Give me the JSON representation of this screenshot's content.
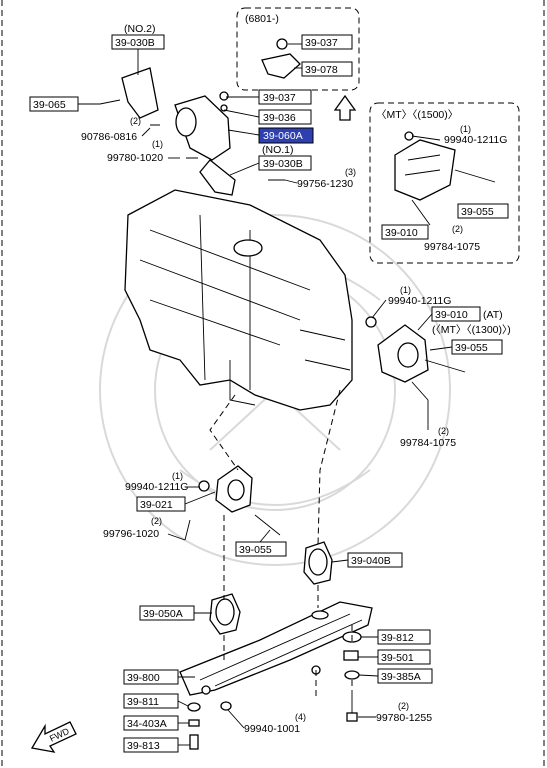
{
  "labels": {
    "no2": "(NO.2)",
    "no1": "(NO.1)",
    "p6801": "(6801-)",
    "mt1500": "〈MT〉〈(1500)〉",
    "at": "(AT)",
    "mt1300": "(〈MT〉〈(1300)〉)",
    "fwd": "FWD"
  },
  "parts": {
    "p39030B_top": "39-030B",
    "p39065": "39-065",
    "p90786": "90786-0816",
    "p97780": "99780-1020",
    "p39037a": "39-037",
    "p39078": "39-078",
    "p39037b": "39-037",
    "p39036": "39-036",
    "p39060A": "39-060A",
    "p39030B_mid": "39-030B",
    "p99756": "99756-1230",
    "p99940a": "99940-1211G",
    "p39055a": "39-055",
    "p39010a": "39-010",
    "p99784a": "99784-1075",
    "p99940b": "99940-1211G",
    "p39010b": "39-010",
    "p39055b": "39-055",
    "p99784b": "99784-1075",
    "p99940c": "99940-1211G",
    "p39021": "39-021",
    "p99796": "99796-1020",
    "p39055c": "39-055",
    "p39040B": "39-040B",
    "p39050A": "39-050A",
    "p39812": "39-812",
    "p39501": "39-501",
    "p39385A": "39-385A",
    "p39800": "39-800",
    "p39811": "39-811",
    "p34403A": "34-403A",
    "p39813": "39-813",
    "p99940d": "99940-1001",
    "p99780": "99780-1255"
  },
  "qty": {
    "q2a": "(2)",
    "q1a": "(1)",
    "q3": "(3)",
    "q1b": "(1)",
    "q2b": "(2)",
    "q1c": "(1)",
    "q2c": "(2)",
    "q1d": "(1)",
    "q2d": "(2)",
    "q4": "(4)",
    "q2e": "(2)"
  },
  "colors": {
    "highlight": "#2e3fb0",
    "line": "#000000",
    "watermark": "#d9d9d9"
  }
}
